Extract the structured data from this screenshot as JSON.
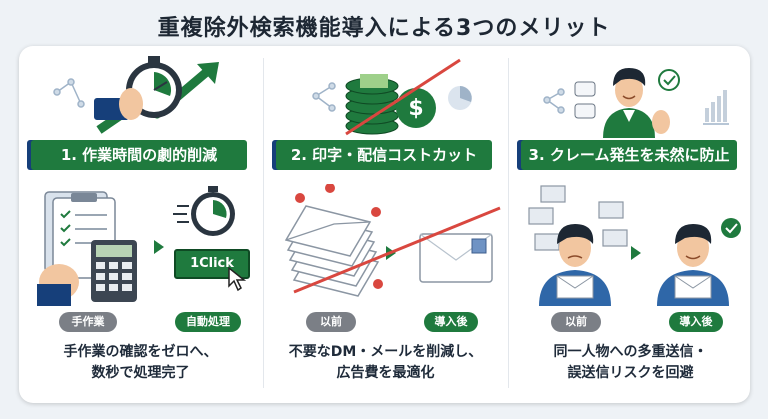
{
  "title": "重複除外検索機能導入による3つのメリット",
  "columns": [
    {
      "heading": "1. 作業時間の劇的削減",
      "left_label": "手作業",
      "right_label": "自動処理",
      "button_text": "1Click",
      "caption_line1": "手作業の確認をゼロへ、",
      "caption_line2": "数秒で処理完了"
    },
    {
      "heading": "2. 印字・配信コストカット",
      "left_label": "以前",
      "right_label": "導入後",
      "caption_line1": "不要なDM・メールを削減し、",
      "caption_line2": "広告費を最適化"
    },
    {
      "heading": "3. クレーム発生を未然に防止",
      "left_label": "以前",
      "right_label": "導入後",
      "caption_line1": "同一人物への多重送信・",
      "caption_line2": "誤送信リスクを回避"
    }
  ],
  "colors": {
    "green": "#1f7a3e",
    "navy": "#163f7a",
    "gray": "#7b7f86",
    "red": "#d9473f"
  }
}
